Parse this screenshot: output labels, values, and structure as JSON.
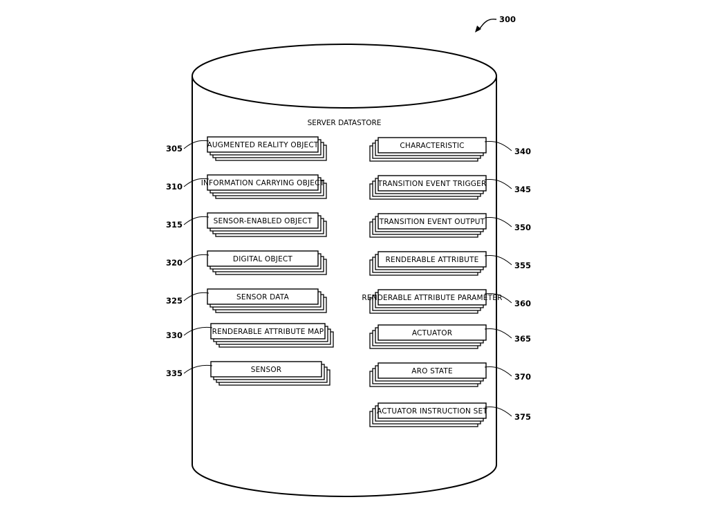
{
  "figure": {
    "number": "300",
    "title": "SERVER DATASTORE"
  },
  "left_column": [
    {
      "ref": "305",
      "label": "AUGMENTED REALITY OBJECT"
    },
    {
      "ref": "310",
      "label": "INFORMATION CARRYING OBJECT"
    },
    {
      "ref": "315",
      "label": "SENSOR-ENABLED OBJECT"
    },
    {
      "ref": "320",
      "label": "DIGITAL OBJECT"
    },
    {
      "ref": "325",
      "label": "SENSOR DATA"
    },
    {
      "ref": "330",
      "label": "RENDERABLE ATTRIBUTE MAP"
    },
    {
      "ref": "335",
      "label": "SENSOR"
    }
  ],
  "right_column": [
    {
      "ref": "340",
      "label": "CHARACTERISTIC"
    },
    {
      "ref": "345",
      "label": "TRANSITION EVENT TRIGGER"
    },
    {
      "ref": "350",
      "label": "TRANSITION EVENT OUTPUT"
    },
    {
      "ref": "355",
      "label": "RENDERABLE ATTRIBUTE"
    },
    {
      "ref": "360",
      "label": "RENDERABLE ATTRIBUTE PARAMETER"
    },
    {
      "ref": "365",
      "label": "ACTUATOR"
    },
    {
      "ref": "370",
      "label": "ARO STATE"
    },
    {
      "ref": "375",
      "label": "ACTUATOR INSTRUCTION SET"
    }
  ]
}
